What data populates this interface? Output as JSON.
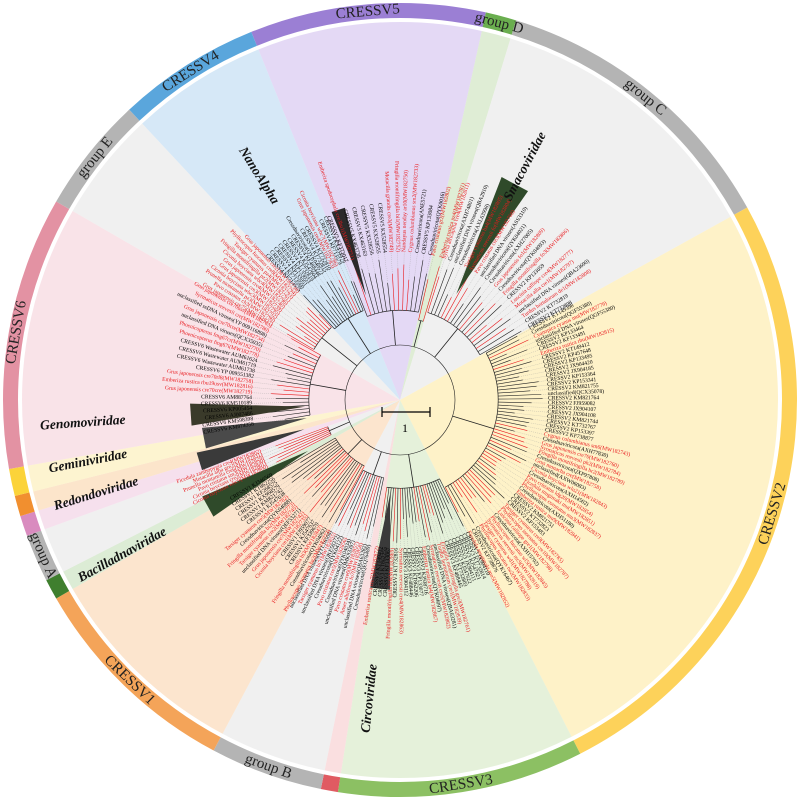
{
  "scale_bar": {
    "label": "1"
  },
  "colors": {
    "highlight_leaf": "#e8191d",
    "normal_leaf": "#000000",
    "branch_red": "#e8191d",
    "branch_black": "#222222"
  },
  "groups": [
    {
      "id": "CRESSV5",
      "label": "CRESSV5",
      "start": 338,
      "end": 12.5,
      "color": "#9b7fd4",
      "fill": "#cdb9ec"
    },
    {
      "id": "groupD",
      "label": "group D",
      "start": 12.5,
      "end": 17,
      "color": "#6aae4f",
      "fill": "#c4dfb3"
    },
    {
      "id": "groupC",
      "label": "group C",
      "start": 17,
      "end": 61,
      "color": "#b4b4b4",
      "fill": "#e3e3e3"
    },
    {
      "id": "CRESSV2",
      "label": "CRESSV2",
      "start": 61,
      "end": 153,
      "color": "#fdd25a",
      "fill": "#fde79a"
    },
    {
      "id": "CRESSV3",
      "label": "CRESSV3",
      "start": 153,
      "end": 189,
      "color": "#8cc063",
      "fill": "#cfe6bb"
    },
    {
      "id": "Circoviridae-band",
      "label": "",
      "start": 189,
      "end": 191.5,
      "color": "#e05b62",
      "fill": "#f6c4c7"
    },
    {
      "id": "groupB",
      "label": "group B",
      "start": 191.5,
      "end": 208,
      "color": "#b4b4b4",
      "fill": "#e3e3e3"
    },
    {
      "id": "CRESSV1",
      "label": "CRESSV1",
      "start": 208,
      "end": 240,
      "color": "#f4a459",
      "fill": "#f9d0a6"
    },
    {
      "id": "Bacilladnaviridae-band",
      "label": "",
      "start": 240,
      "end": 243,
      "color": "#3f7f2e",
      "fill": "#bfdcb2"
    },
    {
      "id": "groupA",
      "label": "group A",
      "start": 243,
      "end": 250,
      "color": "#b4b4b4",
      "fill": "#e3e3e3"
    },
    {
      "id": "Redondoviridae-band",
      "label": "",
      "start": 250,
      "end": 253,
      "color": "#d98bbf",
      "fill": "#eec6df"
    },
    {
      "id": "Geminiviridae-band",
      "label": "",
      "start": 253,
      "end": 256,
      "color": "#f18f2f",
      "fill": "#f9cfa0"
    },
    {
      "id": "Genomoviridae-band",
      "label": "",
      "start": 256,
      "end": 260,
      "color": "#fbd33a",
      "fill": "#fcebaa"
    },
    {
      "id": "CRESSV6",
      "label": "CRESSV6",
      "start": 260,
      "end": 300,
      "color": "#e392a3",
      "fill": "#f4ccd5"
    },
    {
      "id": "groupE",
      "label": "group E",
      "start": 300,
      "end": 317,
      "color": "#b4b4b4",
      "fill": "#e3e3e3"
    },
    {
      "id": "CRESSV4",
      "label": "CRESSV4",
      "start": 317,
      "end": 338,
      "color": "#5aa6dc",
      "fill": "#b4d6f1"
    }
  ],
  "families": [
    {
      "label": "Smacoviridae",
      "angle": 28,
      "r": 265
    },
    {
      "label": "NanoAlpha",
      "angle": 328,
      "r": 265
    },
    {
      "label": "Genomoviridae",
      "angle": 266,
      "r": 318
    },
    {
      "label": "Geminiviridae",
      "angle": 259,
      "r": 318
    },
    {
      "label": "Redondoviridae",
      "angle": 253,
      "r": 318
    },
    {
      "label": "Bacilladnaviridae",
      "angle": 241,
      "r": 318
    },
    {
      "label": "Circoviridae",
      "angle": 186,
      "r": 300
    }
  ],
  "leaves": {
    "CRESSV5": [
      {
        "t": "CRESSV5 KF373017",
        "red": false
      },
      {
        "t": "Emberiza spodocephala cre3bu1(MW182751)",
        "red": true
      },
      {
        "t": "CRESSV5 KX463738",
        "red": false
      },
      {
        "t": "CRESSV5 KX463163",
        "red": false
      },
      {
        "t": "CRESSV5 KX528556",
        "red": false
      },
      {
        "t": "CRESSV5 KX528555",
        "red": false
      },
      {
        "t": "CRESSV5 KX528554",
        "red": false
      },
      {
        "t": "Motacilla grandis cre3(MW182749)",
        "red": true
      },
      {
        "t": "Fringilla montifringilla bi1(MW182752)",
        "red": true
      },
      {
        "t": "Nandayus nenday ar10(MW182750)",
        "red": true
      },
      {
        "t": "Cygnus columbianus sm2(MW182733)",
        "red": true
      },
      {
        "t": "Cressdnaviricota(ANE5721)",
        "red": false
      },
      {
        "t": "CRESSV5 KP133084",
        "red": false
      },
      {
        "t": "Cressdnaviricota(QYK0016)",
        "red": false
      }
    ],
    "groupD": [
      {
        "t": "Pavo cristatus gr2(MW182802)",
        "red": true
      },
      {
        "t": "Emberiza rustica pz4(MW182781)",
        "red": true
      }
    ],
    "groupC": [
      {
        "t": "Sylvia atricapilla cre4(MW182811)",
        "red": true
      },
      {
        "t": "Cressdnaviricota(AXH74801)",
        "red": false
      },
      {
        "t": "unclassified DNA viruses(QBA2910)",
        "red": false
      },
      {
        "t": "Cressdnaviricota(AXL63998)",
        "red": false
      },
      {
        "t": "Tarsiger cyanurus ba4(MW182805)",
        "red": true
      },
      {
        "t": "Syrmaticus reevesii fo(MW182804)",
        "red": true
      },
      {
        "t": "Pavo cristatus cre3(MW182768)",
        "red": true
      },
      {
        "t": "unclassified DNA viruses(ASS3310)",
        "red": false
      },
      {
        "t": "Cressdnaviricota(QYK04021)",
        "red": false
      },
      {
        "t": "Cressdnaviricota(AXH27005)",
        "red": false
      },
      {
        "t": "Grus japonensis fo1(MW182809)",
        "red": true
      },
      {
        "t": "Cressdnaviricota(QYK04093)",
        "red": false
      },
      {
        "t": "Fringilla montifringilla fo3(MW182806)",
        "red": true
      },
      {
        "t": "CRESSV2 KP133059",
        "red": false
      },
      {
        "t": "Luscinia calliope cre4(MW182777)",
        "red": true
      },
      {
        "t": "Motacilla alba cre1(MW182797)",
        "red": true
      },
      {
        "t": "unclassified DNA viruses(QBA23690)",
        "red": false
      },
      {
        "t": "Turdus hortulorum de1(MW182808)",
        "red": true
      },
      {
        "t": "CRESSV2 KT732819",
        "red": false
      },
      {
        "t": "CRESSV2 KT732808",
        "red": false
      }
    ],
    "CRESSV2": [
      {
        "t": "CRESSV2 KT149398",
        "red": false
      },
      {
        "t": "Cressdnaviricota(QGF55380)",
        "red": false
      },
      {
        "t": "Cyanopica cyanus mu(MW182779)",
        "red": true
      },
      {
        "t": "unclassified DNA viruses(QGF55380)",
        "red": false
      },
      {
        "t": "CRESSV2 KP133464",
        "red": false
      },
      {
        "t": "CRESSV2 KF133491",
        "red": false
      },
      {
        "t": "Emberiza rustica rbu(MW182815)",
        "red": true
      },
      {
        "t": "CRESSV2 KT149412",
        "red": false
      },
      {
        "t": "CRESSV2 KP457648",
        "red": false
      },
      {
        "t": "CRESSV2 KP133495",
        "red": false
      },
      {
        "t": "CRESSV2 JX904420",
        "red": false
      },
      {
        "t": "CRESSV2 JX904185",
        "red": false
      },
      {
        "t": "CRESSV2 KP153364",
        "red": false
      },
      {
        "t": "CRESSV2 KP153341",
        "red": false
      },
      {
        "t": "CRESSV2 KM821755",
        "red": false
      },
      {
        "t": "unclassified(QCX35078)",
        "red": false
      },
      {
        "t": "CRESSV2 KM821764",
        "red": false
      },
      {
        "t": "CRESSV2 FJ959082",
        "red": false
      },
      {
        "t": "CRESSV2 JX904107",
        "red": false
      },
      {
        "t": "CRESSV2 JX904108",
        "red": false
      },
      {
        "t": "CRESSV2 KM821744",
        "red": false
      },
      {
        "t": "CRESSV2 KT732767",
        "red": false
      },
      {
        "t": "CRESSV2 KP153397",
        "red": false
      },
      {
        "t": "CRESSV2 KF738877",
        "red": false
      },
      {
        "t": "Cygnus columbianus sm6(MW182743)",
        "red": true
      },
      {
        "t": "Cressdnaviricota(AXH77830)",
        "red": false
      },
      {
        "t": "Grus japonensis cre70(MW182760)",
        "red": true
      },
      {
        "t": "Syrmaticus reevesii ph2(MW182784)",
        "red": true
      },
      {
        "t": "Fringilla montifringilla br2(MW182789)",
        "red": true
      },
      {
        "t": "Cressdnaviricota(QXP97808)",
        "red": false
      },
      {
        "t": "Grus monacha cre(MW182758)",
        "red": true
      },
      {
        "t": "unclassified(AXW06083)",
        "red": false
      },
      {
        "t": "Ciconia boyciana wlu21(MW182843)",
        "red": true
      },
      {
        "t": "Cressdnaviricota(AXH14502)",
        "red": false
      },
      {
        "t": "Pavo cristatus ldg20(MW182854)",
        "red": true
      },
      {
        "t": "Ficedula mugimaki mu(MW182851)",
        "red": true
      },
      {
        "t": "Phylloscopus coronatus mu3(MW182837)",
        "red": true
      },
      {
        "t": "Cressdnaviricota(AXH51180)",
        "red": false
      },
      {
        "t": "Emberiza rustica mu9(MW182841)",
        "red": true
      },
      {
        "t": "CRESSV2 KM821751",
        "red": false
      },
      {
        "t": "CRESSV2 KT732823",
        "red": false
      },
      {
        "t": "CRESSV2 KP153483",
        "red": false
      },
      {
        "t": "Tarsiger cyanurus cre9(MW182785)",
        "red": true
      },
      {
        "t": "Phylloscopus inornatus cre10(MW182787)",
        "red": true
      },
      {
        "t": "Luscinia calliope gre1(MW182798)",
        "red": true
      },
      {
        "t": "Cressdnaviricota(AXH15702)",
        "red": false
      },
      {
        "t": "Phylloscopus fuscatus wl5(MW182845)",
        "red": true
      },
      {
        "t": "Syrmaticus reevesii mc9(MW182819)",
        "red": true
      },
      {
        "t": "Tarsiger cyanurus wd1(MW182788)",
        "red": true
      },
      {
        "t": "Phylloscopus fuscatus tw2(MW182833)",
        "red": true
      },
      {
        "t": "Cressdnaviricota(QYK16467)",
        "red": false
      },
      {
        "t": "CRESSV2 KF738876",
        "red": false
      },
      {
        "t": "Ficedula mugimaki mo5(MW182852)",
        "red": true
      }
    ],
    "CRESSV3": [
      {
        "t": "CRESSV3 JX904110",
        "red": false
      },
      {
        "t": "CRESSV3 KT732814",
        "red": false
      },
      {
        "t": "CRESSV3 KJ547621",
        "red": false
      },
      {
        "t": "CRESSV3 JX904111",
        "red": false
      },
      {
        "t": "CRESSV3 KJ547622",
        "red": false
      },
      {
        "t": "CRESSV3 KT732803",
        "red": false
      },
      {
        "t": "CRESSV3 KF488445",
        "red": false
      },
      {
        "t": "Fringilla montifringilla gre3(MW182761)",
        "red": true
      },
      {
        "t": "Turdus hortulorum cre1(MW182839)",
        "red": true
      },
      {
        "t": "unclassified DNA viruses(QBA63281)",
        "red": false
      },
      {
        "t": "Syrmaticus reevesii cre5(MW182862)",
        "red": true
      },
      {
        "t": "Cressdnaviricota(QYK04097)",
        "red": false
      },
      {
        "t": "Emberiza rustica bi4(MW182867)",
        "red": true
      },
      {
        "t": "CRESSV3 KJ938716",
        "red": false
      },
      {
        "t": "CRESSV3 KP133077",
        "red": false
      },
      {
        "t": "CRESSV3 KT862206",
        "red": false
      },
      {
        "t": "CRESSV3 KF488446",
        "red": false
      },
      {
        "t": "CRESSV3 JX904112",
        "red": false
      },
      {
        "t": "Syrmaticus reevesii cre4(MW182863)",
        "red": true
      },
      {
        "t": "CRESSV3 KT732816",
        "red": false
      },
      {
        "t": "Fringilla montifringilla bi6(MW182869)",
        "red": true
      },
      {
        "t": "CRESSV3 KF133067",
        "red": false
      },
      {
        "t": "CRESSV3 KT862255",
        "red": false
      },
      {
        "t": "CRESSV3 KT149412",
        "red": false
      },
      {
        "t": "Emberiza rustica cre7(MW182872)",
        "red": true
      }
    ],
    "groupB": [
      {
        "t": "Cressdnaviricota(QEQ76489)",
        "red": false
      },
      {
        "t": "unclassified DNA viruses(QBA63282)",
        "red": false
      },
      {
        "t": "Anser albifrons fo7(MW182858)",
        "red": true
      },
      {
        "t": "Pavo cristatus cre6(MW182857)",
        "red": true
      },
      {
        "t": "unclassified DNA viruses(QMK93397)",
        "red": false
      },
      {
        "t": "Cressdnaviricota(QYK04034)",
        "red": false
      },
      {
        "t": "Pavo cristatus cre5(MW182856)",
        "red": true
      },
      {
        "t": "Cressdnaviricota(QYK04122)",
        "red": false
      },
      {
        "t": "unclassified DNA viruses(QKE58372)",
        "red": false
      },
      {
        "t": "Tarsiger cyanurus bi7(MW182855)",
        "red": true
      },
      {
        "t": "unclassified DNA viruses(QYL16508)",
        "red": false
      }
    ],
    "CRESSV1": [
      {
        "t": "Phylloscopus inornatus ba2(MW182773)",
        "red": true
      },
      {
        "t": "Cressdnaviricota(QYK04062)",
        "red": false
      },
      {
        "t": "Fringilla montifringilla bi3(MW182847)",
        "red": true
      },
      {
        "t": "CRESSV1 KF339670",
        "red": false
      },
      {
        "t": "CRESSV1 KJ547637",
        "red": false
      },
      {
        "t": "CRESSV1 FJ959077",
        "red": false
      },
      {
        "t": "Ciconia boyciana cre1(MW182735)",
        "red": true
      },
      {
        "t": "Grus japonensis cre7(MW182742)",
        "red": true
      },
      {
        "t": "unclassified DNA viruses(QEF53271)",
        "red": false
      },
      {
        "t": "Tarsiger cyanurus cre2(MW182745)",
        "red": true
      },
      {
        "t": "Fringilla montifringilla bi2(MW182773)",
        "red": true
      },
      {
        "t": "Cressdnaviricota(QYK04088)",
        "red": false
      },
      {
        "t": "Tarsiger cyanurus cre5(MW182782)",
        "red": true
      },
      {
        "t": "CRESSV1 KJ547638",
        "red": false
      },
      {
        "t": "CRESSV1 KM821742",
        "red": false
      },
      {
        "t": "CRESSV1 KX968579",
        "red": false
      },
      {
        "t": "CRESSV1 KF268575",
        "red": false
      },
      {
        "t": "CRESSV1 KT862256",
        "red": false
      },
      {
        "t": "CRESSV1 KJ346569",
        "red": false
      }
    ],
    "groupA": [
      {
        "t": "Ciconia boyciana wbc9(MW182800)",
        "red": true
      },
      {
        "t": "Ciconia boyciana cre2(MW182801)",
        "red": true
      },
      {
        "t": "Pavo cristatus sm3(MW182830)",
        "red": true
      },
      {
        "t": "Prunella montanella cre6(MW182829)",
        "red": true
      },
      {
        "t": "Motacilla alba gre2(MW182831)",
        "red": true
      },
      {
        "t": "Ficedula zanthopygia cre4(MW182802)",
        "red": true
      }
    ],
    "CRESSV6": [
      {
        "t": "CRESSV6 KM874358",
        "red": false
      },
      {
        "t": "CRESSV6 KM598398",
        "red": false
      },
      {
        "t": "CRESSV6 AJ007486",
        "red": false
      },
      {
        "t": "CRESSV6 KP005454",
        "red": false
      },
      {
        "t": "CRESSV6 KM510189",
        "red": false
      },
      {
        "t": "CRESSV6 AM887764",
        "red": false
      },
      {
        "t": "Grus japonensis cre70cre(MW182719)",
        "red": true
      },
      {
        "t": "Emberiza rustica rbu19usv(MW182816)",
        "red": true
      },
      {
        "t": "Grus japonensis cre70rl8(MW182758)",
        "red": true
      },
      {
        "t": "CRESSV6 YP 009551382",
        "red": false
      },
      {
        "t": "CRESSV6 Wastewater AUM61738",
        "red": false
      },
      {
        "t": "CRESSV6 Wastewater AUM61719",
        "red": false
      },
      {
        "t": "CRESSV6 Wastewater AUM61624",
        "red": false
      },
      {
        "t": "Phoenicopterus fmg67i(MW182778)",
        "red": true
      },
      {
        "t": "Phoenicopterus fmg67cr(MW182770)",
        "red": true
      },
      {
        "t": "unclassified DNA viruses(QCX35035)",
        "red": false
      },
      {
        "t": "Grus japonensis cre70cre(MW182734)",
        "red": true
      },
      {
        "t": "unclassified ssDNA viruses(YP 009116898)",
        "red": false
      },
      {
        "t": "Syrmaticus reevesii cre(MW182780)",
        "red": true
      },
      {
        "t": "Grus japonensis cre70usv(MW182763)",
        "red": true
      }
    ],
    "groupE": [
      {
        "t": "Grus japonensis cre75(MW182837)",
        "red": true
      },
      {
        "t": "Pavo cristatus ch3(MW182790)",
        "red": true
      },
      {
        "t": "Prunella montanella pz3(MW182792)",
        "red": true
      },
      {
        "t": "Ciconia boyciana wbc3(MW182795)",
        "red": true
      },
      {
        "t": "Grus japonensis cre3(MW182739)",
        "red": true
      },
      {
        "t": "Grus japonensis cre4(MW182740)",
        "red": true
      },
      {
        "t": "Ciconia boyciana wbc4(MW182796)",
        "red": true
      },
      {
        "t": "Fringilla montifringilla pz2(MW182791)",
        "red": true
      },
      {
        "t": "Tarsiger cyanurus pz4(MW182793)",
        "red": true
      },
      {
        "t": "Phylloscopus fuscatus cre8(MW182794)",
        "red": true
      },
      {
        "t": "Grus japonensis cre2(MW182738)",
        "red": true
      }
    ],
    "CRESSV4": [
      {
        "t": "CRESSV4 KF713575",
        "red": false
      },
      {
        "t": "CRESSV4 KF713560",
        "red": false
      },
      {
        "t": "CRESSV4 KP133051",
        "red": false
      },
      {
        "t": "CRESSV4 KP133053",
        "red": false
      },
      {
        "t": "CRESSV4 KT732819",
        "red": false
      },
      {
        "t": "CRESSV4 KJ547604",
        "red": false
      },
      {
        "t": "CRESSV4 KF488448",
        "red": false
      },
      {
        "t": "Cressdnaviricota(QYK04057)",
        "red": false
      },
      {
        "t": "CRESSV4 KT732815",
        "red": false
      },
      {
        "t": "CRESSV4 KT732810",
        "red": false
      },
      {
        "t": "Grus japonensis cre4(MW182783)",
        "red": true
      },
      {
        "t": "Ciconia boyciana wbc7(MW182786)",
        "red": true
      },
      {
        "t": "CRESSV4 KF713579",
        "red": false
      },
      {
        "t": "CRESSV4 KX434479",
        "red": false
      }
    ]
  }
}
